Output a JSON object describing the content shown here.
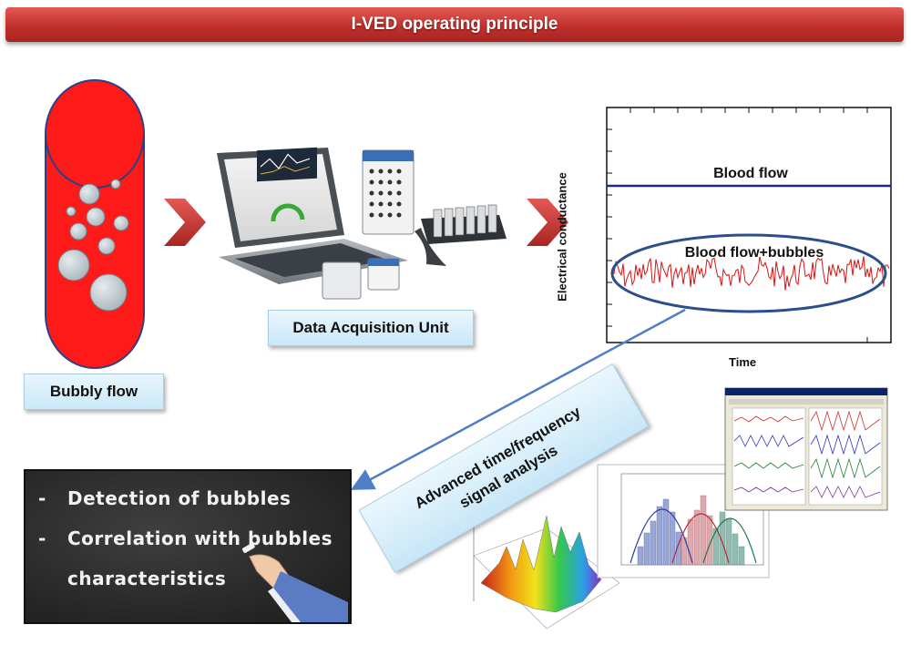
{
  "header": {
    "title": "I-VED operating principle"
  },
  "labels": {
    "data_acquisition": "Data Acquisition Unit",
    "bubbly_flow": "Bubbly flow",
    "advanced_analysis_line1": "Advanced time/frequency",
    "advanced_analysis_line2": "signal analysis"
  },
  "plot": {
    "ylabel": "Electrical conductance",
    "xlabel": "Time",
    "blood_flow_label": "Blood flow",
    "blood_bubbles_label": "Blood flow+bubbles"
  },
  "outcomes": {
    "item1": "Detection of bubbles",
    "item2_line1": "Correlation with bubbles",
    "item2_line2": "characteristics",
    "bullet": "-"
  },
  "colors": {
    "title_red": "#c2302c",
    "vessel_red": "#ff1a1a",
    "arrow_red": "#c8302c",
    "blood_line": "#1a2a8a",
    "signal_red": "#e01010",
    "connector_blue": "#4f7fc6"
  }
}
